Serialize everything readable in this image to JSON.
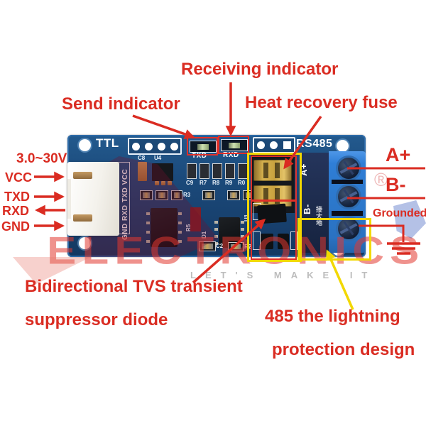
{
  "annotations": {
    "receiving": "Receiving indicator",
    "send": "Send indicator",
    "heat_fuse": "Heat recovery fuse",
    "tvs_line1": "Bidirectional TVS transient",
    "tvs_line2": "suppressor diode",
    "lightning_line1": "485 the lightning",
    "lightning_line2": "protection design",
    "voltage_range": "3.0~30V",
    "pin_vcc": "VCC",
    "pin_txd": "TXD",
    "pin_rxd": "RXD",
    "pin_gnd": "GND",
    "a_plus": "A+",
    "b_minus": "B-",
    "grounded": "Grounded."
  },
  "board": {
    "ttl_label": "TTL",
    "rs485_label": "RS485",
    "led_txd_label": "TXD",
    "led_rxd_label": "RXD",
    "connector_pinout": "GND RXD TXD VCC",
    "terminal_a_label": "A+",
    "terminal_b_label": "B-",
    "terminal_gnd_label": "接大地",
    "silkscreen_mark": "✳",
    "component_labels": [
      "C8",
      "U4",
      "C9",
      "R7",
      "R8",
      "R9",
      "R0",
      "R3",
      "R5",
      "D1",
      "C2",
      "R2",
      "U1"
    ]
  },
  "watermark": {
    "brand": "ELECTRONICS",
    "tagline": "LET'S MAKE IT",
    "registered": "®"
  },
  "colors": {
    "annotation_red": "#da2c22",
    "highlight_yellow": "#f2d800",
    "board_blue": "#1b4a7b",
    "terminal_blue": "#2a72c2",
    "silkscreen_white": "#ffffff"
  }
}
